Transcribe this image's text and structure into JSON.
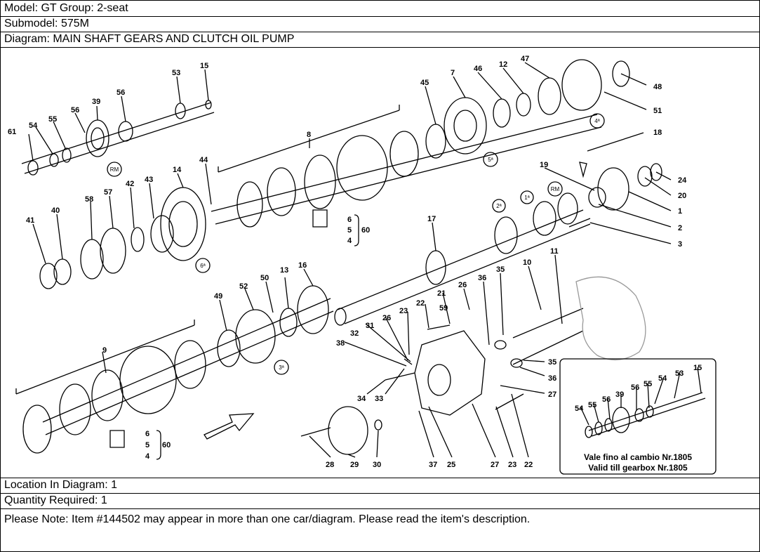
{
  "header": {
    "model": "Model: GT Group: 2-seat",
    "submodel": "Submodel: 575M",
    "diagram": "Diagram: MAIN SHAFT GEARS AND CLUTCH OIL PUMP"
  },
  "callouts": {
    "c61": "61",
    "c54a": "54",
    "c55a": "55",
    "c56a": "56",
    "c39a": "39",
    "c56b": "56",
    "c53a": "53",
    "c15a": "15",
    "c8": "8",
    "c45": "45",
    "c7": "7",
    "c46": "46",
    "c12": "12",
    "c47": "47",
    "c48": "48",
    "c51": "51",
    "c18": "18",
    "c19": "19",
    "c24": "24",
    "c20": "20",
    "c1": "1",
    "c2": "2",
    "c3": "3",
    "c44": "44",
    "c14": "14",
    "c43": "43",
    "c42": "42",
    "c57": "57",
    "c58": "58",
    "c40": "40",
    "c41": "41",
    "c6a": "6",
    "c5a": "5",
    "c4a": "4",
    "c60a": "60",
    "c17": "17",
    "c16": "16",
    "c13": "13",
    "c50": "50",
    "c52": "52",
    "c49": "49",
    "c9": "9",
    "c36a": "36",
    "c35a": "35",
    "c10": "10",
    "c11": "11",
    "c26a": "26",
    "c21": "21",
    "c22a": "22",
    "c59": "59",
    "c23a": "23",
    "c26b": "26",
    "c31": "31",
    "c32": "32",
    "c38": "38",
    "c34": "34",
    "c33": "33",
    "c35b": "35",
    "c36b": "36",
    "c27a": "27",
    "c6b": "6",
    "c5b": "5",
    "c4b": "4",
    "c60b": "60",
    "c28": "28",
    "c29": "29",
    "c30": "30",
    "c37": "37",
    "c25": "25",
    "c27b": "27",
    "c23b": "23",
    "c22b": "22",
    "i53": "53",
    "i15": "15",
    "i54a": "54",
    "i55a": "55",
    "i56a": "56",
    "i39": "39",
    "i54b": "54",
    "i55b": "55",
    "i56b": "56"
  },
  "gear_markers": {
    "rm1": "RM",
    "rm2": "RM",
    "g1": "1ª",
    "g2": "2ª",
    "g3": "3ª",
    "g4": "4ª",
    "g5": "5ª",
    "g6": "6ª"
  },
  "inset": {
    "note_it": "Vale fino al cambio Nr.1805",
    "note_en": "Valid till gearbox Nr.1805"
  },
  "footer": {
    "location": "Location In Diagram: 1",
    "quantity": "Quantity Required: 1",
    "note": "Please Note: Item #144502 may appear in more than one car/diagram. Please read the item's description."
  }
}
